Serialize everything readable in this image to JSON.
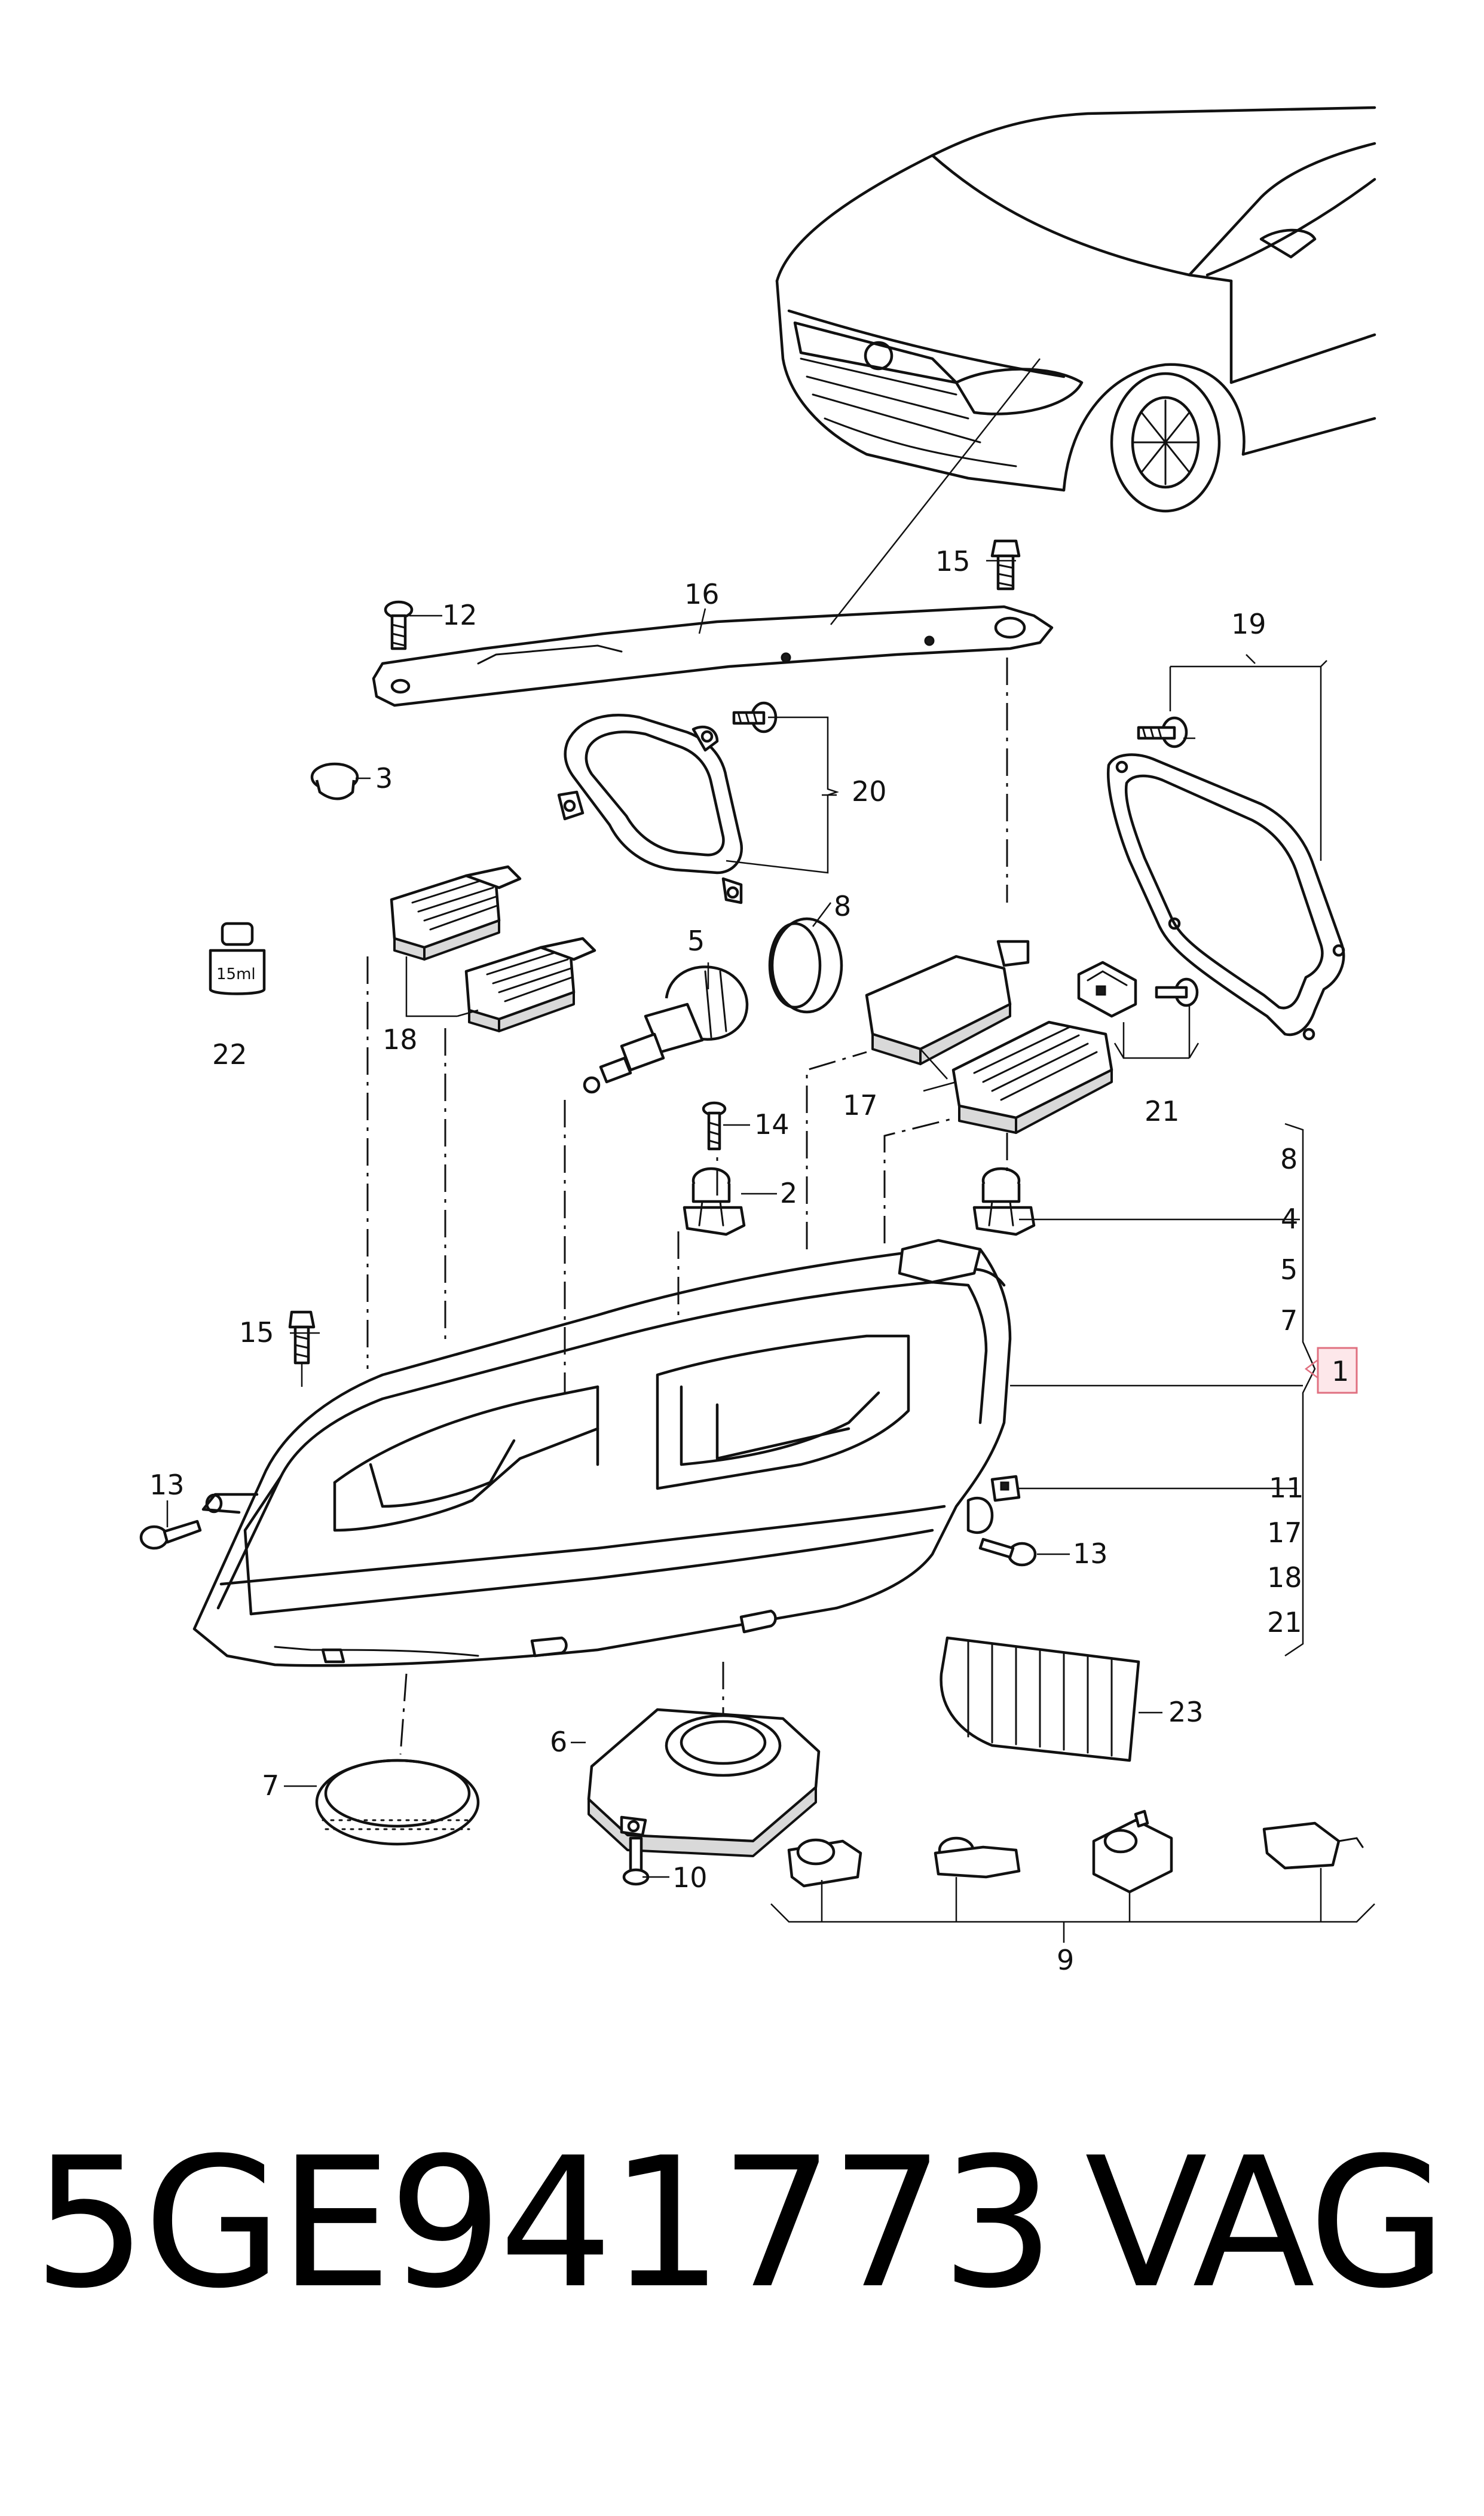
{
  "diagram": {
    "callouts": {
      "c1": "1",
      "c2": "2",
      "c3": "3",
      "c4": "4",
      "c5": "5",
      "c6": "6",
      "c7": "7",
      "c8": "8",
      "c9": "9",
      "c10": "10",
      "c11": "11",
      "c12": "12",
      "c13a": "13",
      "c13b": "13",
      "c14": "14",
      "c15a": "15",
      "c15b": "15",
      "c16": "16",
      "c17": "17",
      "c18": "18",
      "c19": "19",
      "c20": "20",
      "c21": "21",
      "c22": "22",
      "c23": "23"
    },
    "bottle_text": "15ml",
    "kit_list": [
      "8",
      "4",
      "5",
      "7",
      "11",
      "17",
      "18",
      "21"
    ],
    "highlight": {
      "color": "#e07080",
      "fill": "#fde7ea"
    }
  },
  "footer": {
    "part_number": "5GE941773",
    "brand": "VAG"
  }
}
